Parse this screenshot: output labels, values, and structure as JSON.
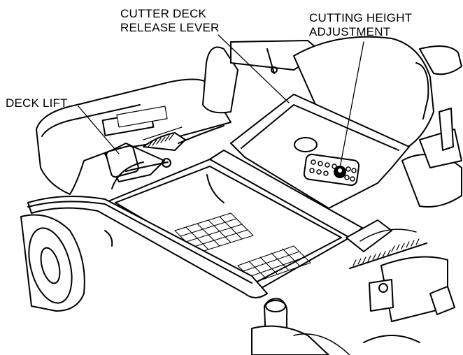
{
  "labels": {
    "cutter_deck_release_lever": [
      "CUTTER DECK",
      "RELEASE LEVER"
    ],
    "cutting_height_adjustment": [
      "CUTTING HEIGHT",
      "ADJUSTMENT"
    ],
    "deck_lift": "DECK LIFT"
  },
  "colors": {
    "line": "#000000",
    "background": "#ffffff"
  }
}
